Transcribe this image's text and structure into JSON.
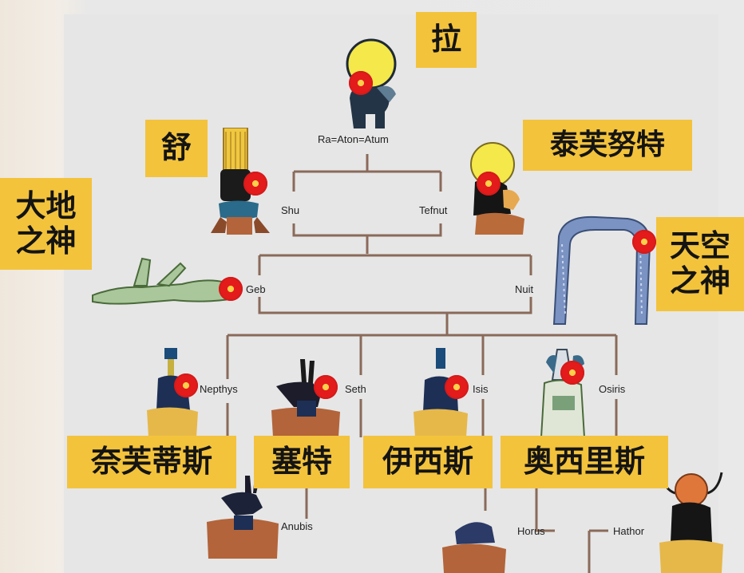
{
  "labels_en": {
    "ra": "Ra=Aton=Atum",
    "shu": "Shu",
    "tefnut": "Tefnut",
    "geb": "Geb",
    "nuit": "Nuit",
    "nepthys": "Nepthys",
    "seth": "Seth",
    "isis": "Isis",
    "osiris": "Osiris",
    "anubis": "Anubis",
    "horus": "Horus",
    "hathor": "Hathor"
  },
  "labels_zh": {
    "ra": "拉",
    "shu": "舒",
    "tefnut": "泰芙努特",
    "geb": "大地\n之神",
    "nuit": "天空\n之神",
    "nepthys": "奈芙蒂斯",
    "seth": "塞特",
    "isis": "伊西斯",
    "osiris": "奥西里斯"
  },
  "colors": {
    "label_bg": "#f3c33c",
    "line": "#8a6a5a",
    "board": "#e6e6e6",
    "marker_red": "#e31b1b"
  },
  "icons": [
    "ra-figure",
    "shu-figure",
    "tefnut-figure",
    "geb-figure",
    "nuit-figure",
    "nepthys-figure",
    "seth-figure",
    "isis-figure",
    "osiris-figure",
    "anubis-figure",
    "horus-figure",
    "hathor-figure",
    "red-flower-marker"
  ]
}
